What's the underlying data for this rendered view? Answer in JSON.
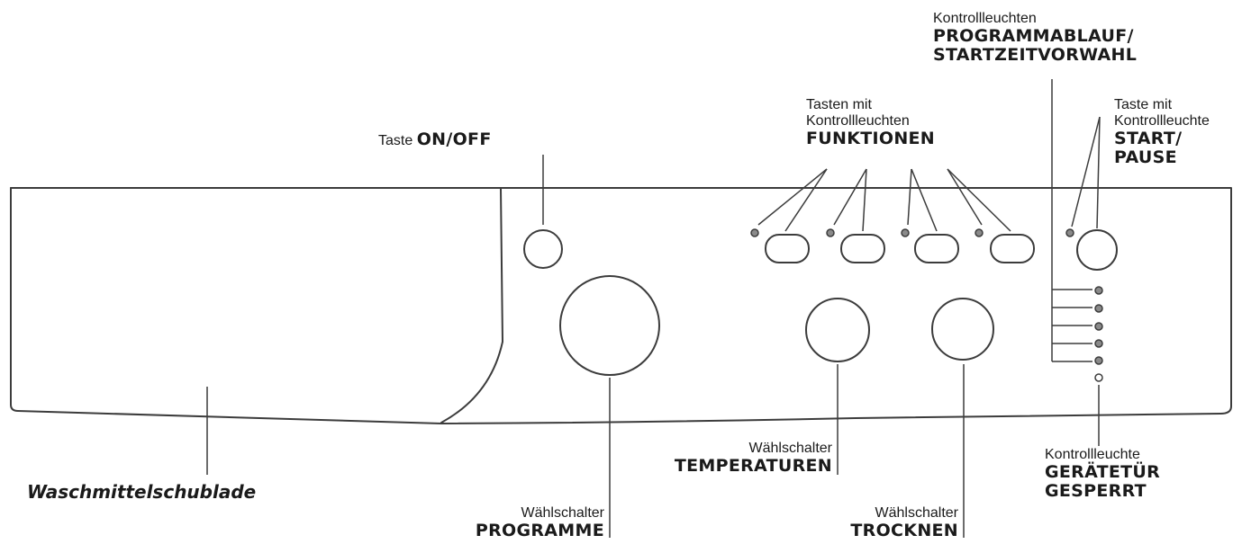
{
  "labels": {
    "onoff_prefix": "Taste",
    "onoff_name": "ON/OFF",
    "functions_line1": "Tasten mit",
    "functions_line2": "Kontrollleuchten",
    "functions_name": "FUNKTIONEN",
    "progress_caption": "Kontrollleuchten",
    "progress_name_1": "PROGRAMMABLAUF/",
    "progress_name_2": "STARTZEITVORWAHL",
    "start_line1": "Taste mit",
    "start_line2": "Kontrollleuchte",
    "start_name_1": "START/",
    "start_name_2": "PAUSE",
    "drawer": "Waschmittelschublade",
    "programme_caption": "Wählschalter",
    "programme_name": "PROGRAMME",
    "temperature_caption": "Wählschalter",
    "temperature_name": "TEMPERATUREN",
    "drying_caption": "Wählschalter",
    "drying_name": "TROCKNEN",
    "doorlock_caption": "Kontrollleuchte",
    "doorlock_name_1": "GERÄTETÜR",
    "doorlock_name_2": "GESPERRT"
  },
  "colors": {
    "stroke": "#3c3c3c",
    "led_fill": "#8a8a8a",
    "led_off_fill": "#ffffff",
    "text": "#1a1a1a"
  },
  "progress_led_count": 5
}
